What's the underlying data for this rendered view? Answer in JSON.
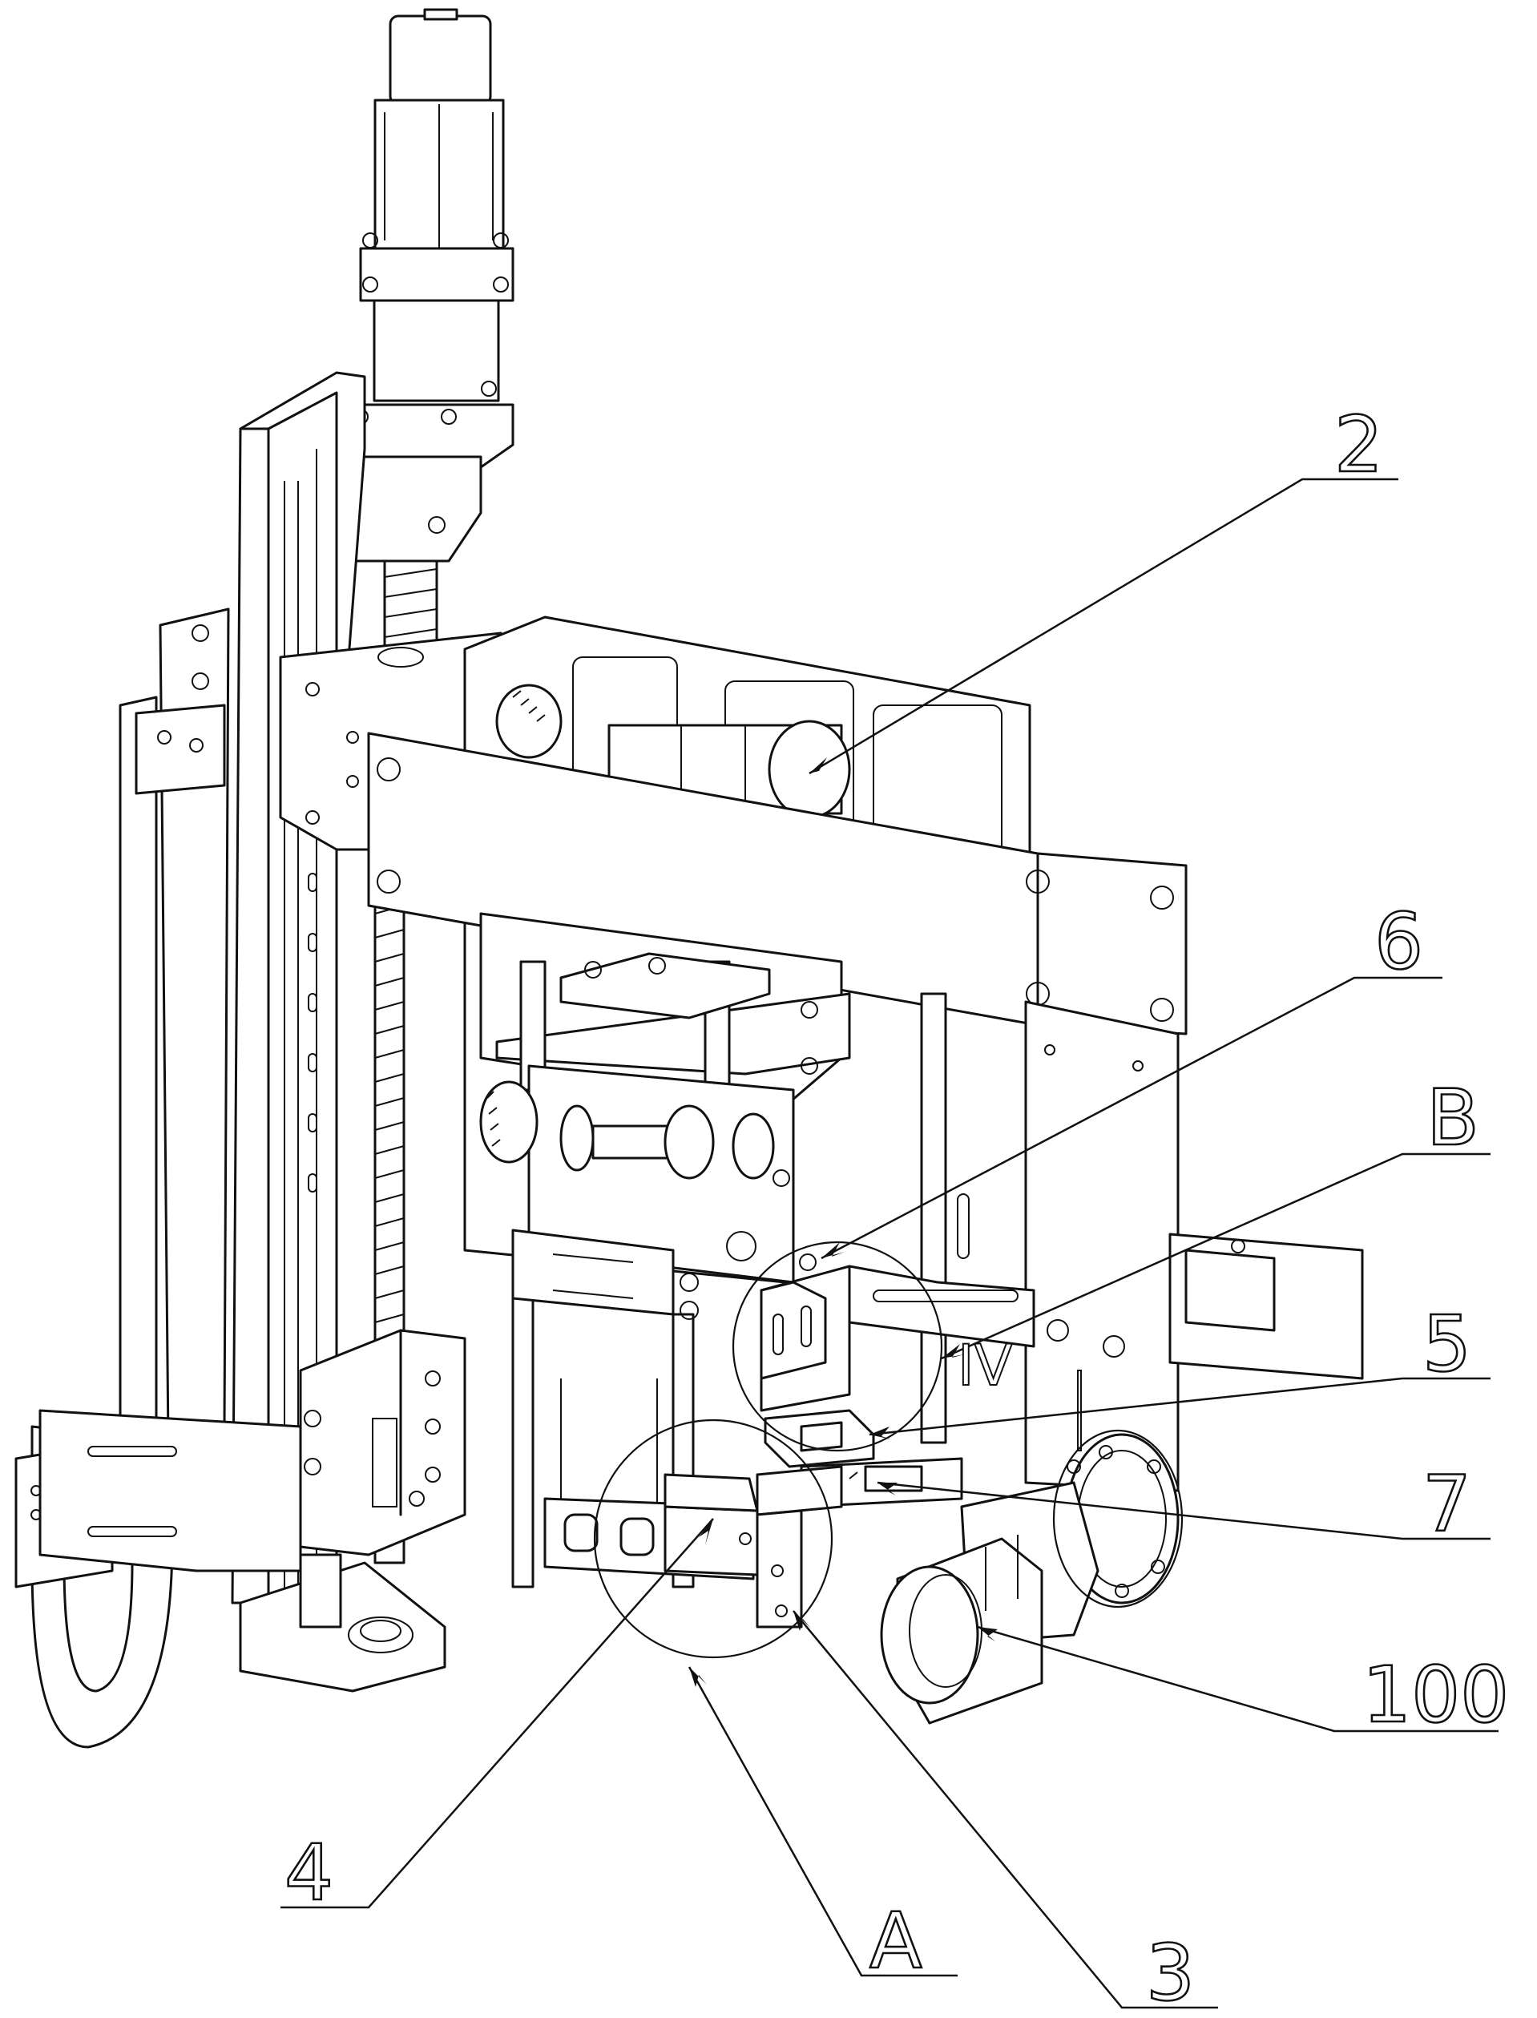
{
  "labels": {
    "l2": "2",
    "l6": "6",
    "lB": "B",
    "l5": "5",
    "l7": "7",
    "l100": "100",
    "l4": "4",
    "lA": "A",
    "l3": "3",
    "lIV": "IV"
  }
}
